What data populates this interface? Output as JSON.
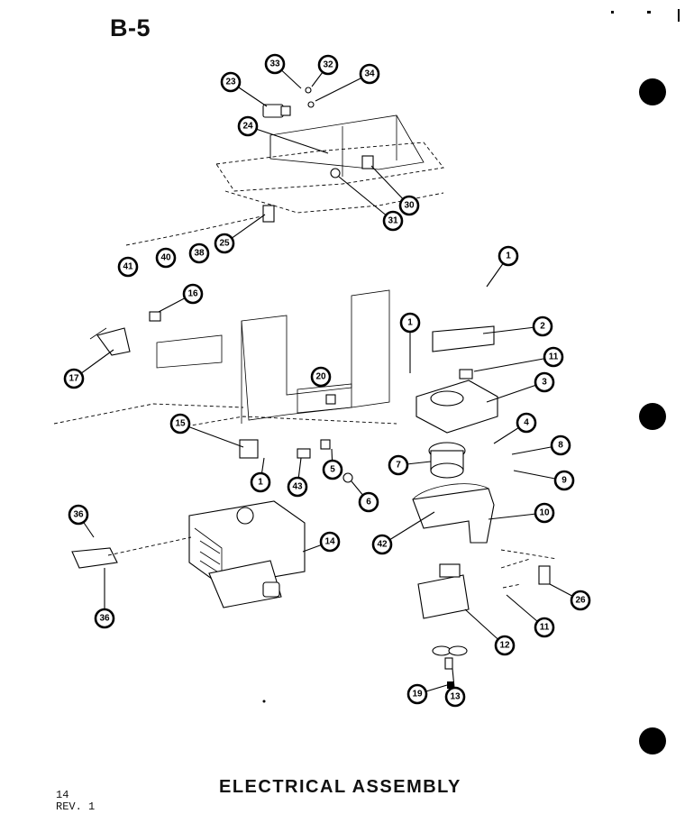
{
  "page_label": "B-5",
  "footer": {
    "title": "ELECTRICAL ASSEMBLY",
    "page_number": "14",
    "revision": "REV. 1"
  },
  "callouts": [
    "33",
    "32",
    "34",
    "23",
    "24",
    "30",
    "31",
    "25",
    "40",
    "38",
    "41",
    "1",
    "16",
    "17",
    "2",
    "1",
    "11",
    "20",
    "3",
    "15",
    "4",
    "8",
    "7",
    "9",
    "1",
    "43",
    "5",
    "6",
    "36",
    "14",
    "10",
    "42",
    "36",
    "26",
    "11",
    "12",
    "19",
    "13"
  ]
}
